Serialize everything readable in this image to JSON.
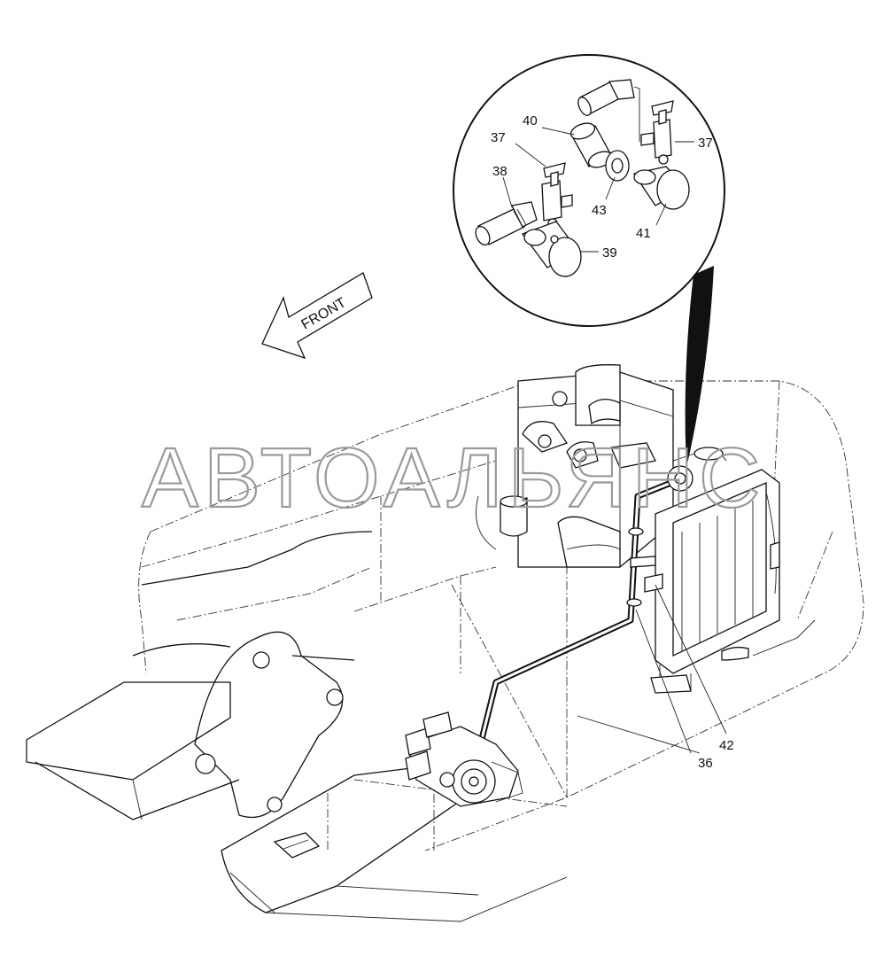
{
  "diagram": {
    "front_label": "FRONT",
    "watermark": "АВТОАЛЬЯНС",
    "callouts": {
      "c37_left": "37",
      "c37_right": "37",
      "c38": "38",
      "c39": "39",
      "c40": "40",
      "c41": "41",
      "c42": "42",
      "c43": "43",
      "c36": "36"
    }
  }
}
